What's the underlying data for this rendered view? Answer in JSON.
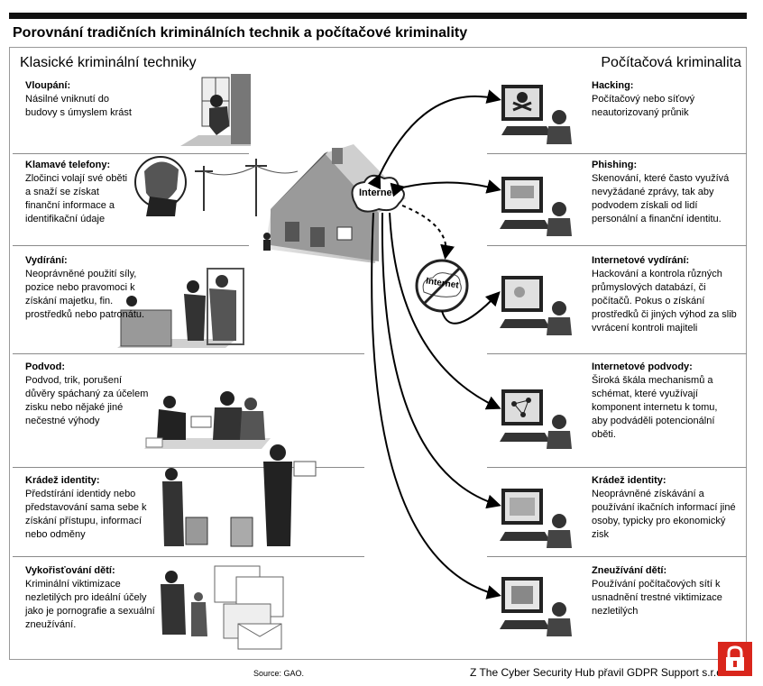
{
  "title": "Porovnání tradičních kriminálních technik a počítačové kriminality",
  "header_left": "Klasické kriminální techniky",
  "header_right": "Počítačová kriminalita",
  "internet_label": "Internet",
  "internet_blocked_label": "Internet",
  "left_sections": [
    {
      "heading": "Vloupání:",
      "text": "Násilné vniknutí do budovy s úmyslem krást"
    },
    {
      "heading": "Klamavé telefony:",
      "text": "Zločinci volají své oběti a snaží se získat finanční informace a identifikační údaje"
    },
    {
      "heading": "Vydírání:",
      "text": "Neoprávněné použití síly, pozice nebo pravomoci k získání majetku, fin. prostředků nebo patronátu."
    },
    {
      "heading": "Podvod:",
      "text": "Podvod, trik, porušení důvěry spáchaný za účelem zisku nebo nějaké jiné nečestné výhody"
    },
    {
      "heading": "Krádež identity:",
      "text": "Předstírání identidy nebo představování sama sebe k získání přístupu, informací nebo odměny"
    },
    {
      "heading": "Vykořisťování dětí:",
      "text": "Kriminální viktimizace nezletilých pro ideální účely jako je pornografie a sexuální zneužívání."
    }
  ],
  "right_sections": [
    {
      "heading": "Hacking:",
      "text": "Počítačový nebo síťový neautorizovaný průnik"
    },
    {
      "heading": "Phishing:",
      "text": "Skenování, které často využívá nevyžádané zprávy, tak aby podvodem získali od lidí personální a finanční identitu."
    },
    {
      "heading": "Internetové vydírání:",
      "text": "Hackování a kontrola různých průmyslových databází, či počítačů. Pokus o získání prostředků či jiných výhod za slib vvrácení kontroli majiteli"
    },
    {
      "heading": "Internetové podvody:",
      "text": "Široká škála mechanismů a schémat, které využívají komponent internetu k tomu, aby podváděli potencionální oběti."
    },
    {
      "heading": "Krádež identity:",
      "text": "Neoprávněné získávání a používání ikačních informací jiné osoby, typicky pro ekonomický zisk"
    },
    {
      "heading": "Zneužívání dětí:",
      "text": "Používání počítačových sítí k usnadnění trestné viktimizace nezletilých"
    }
  ],
  "source": "Source: GAO.",
  "credit": "Z The Cyber Security Hub přavil GDPR Support s.r.o..",
  "colors": {
    "logo_red": "#d9261c",
    "rule": "#111111"
  }
}
